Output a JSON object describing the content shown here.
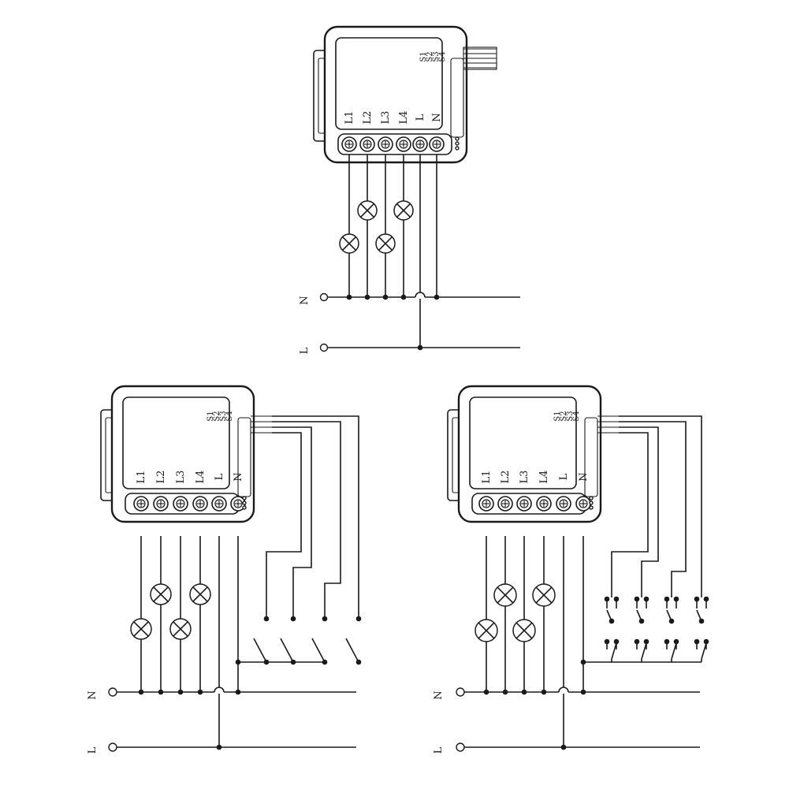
{
  "terminal_labels": [
    "L1",
    "L2",
    "L3",
    "L4",
    "L",
    "N"
  ],
  "switch_labels": [
    "S1",
    "S2",
    "S3",
    "S4"
  ],
  "supply_labels": {
    "neutral": "N",
    "live": "L"
  },
  "diagrams": [
    {
      "name": "module-with-lamps-only",
      "lamps": 4,
      "switches": "none"
    },
    {
      "name": "module-with-single-pole-switches",
      "lamps": 4,
      "switches": "toggle"
    },
    {
      "name": "module-with-two-way-switches",
      "lamps": 4,
      "switches": "two-way"
    }
  ],
  "colors": {
    "stroke": "#1a1a1a",
    "background": "#ffffff"
  }
}
